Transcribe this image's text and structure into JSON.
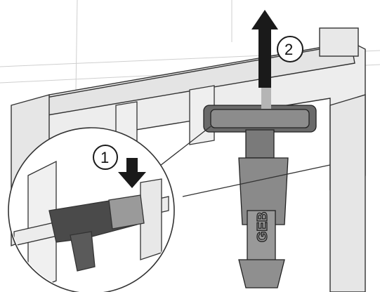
{
  "steps": {
    "push_clip": {
      "number": "1",
      "action": "press-down"
    },
    "lift_valve": {
      "number": "2",
      "action": "pull-up"
    }
  },
  "colors": {
    "line": "#333333",
    "frame_gray": "#bdbdbd",
    "part_gray": "#8a8a8a",
    "dark_part": "#4a4a4a",
    "arrow": "#1a1a1a",
    "background": "#ffffff"
  },
  "icons": {
    "step1_arrow": "arrow-down-icon",
    "step2_arrow": "arrow-up-icon"
  }
}
